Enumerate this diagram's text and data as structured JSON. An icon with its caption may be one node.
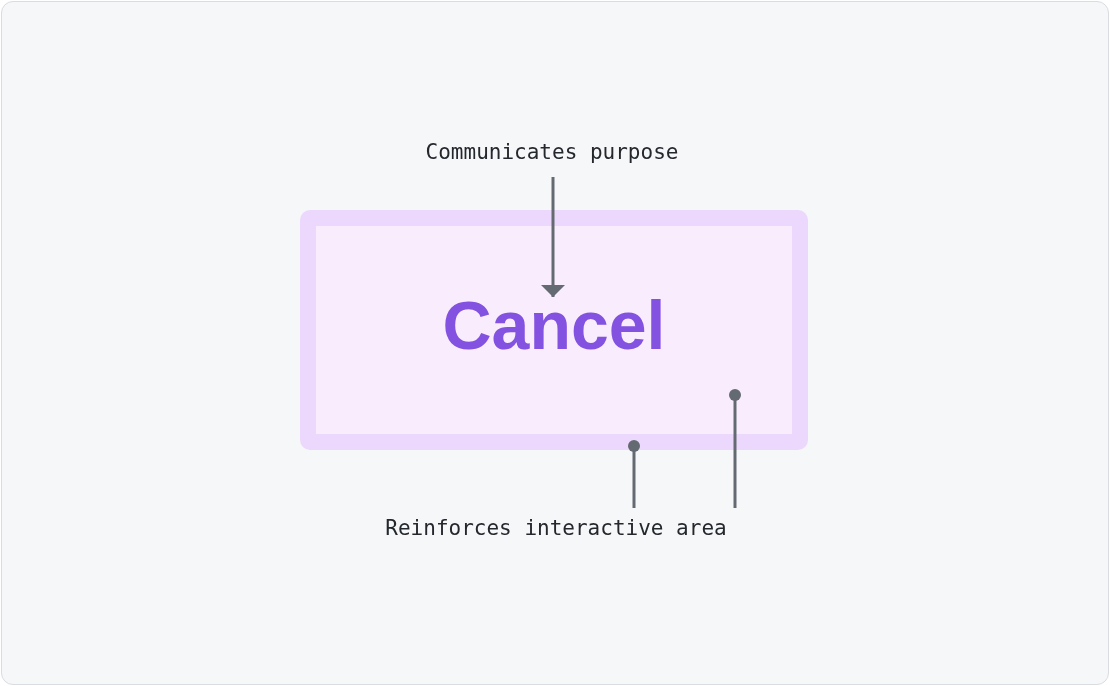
{
  "diagram": {
    "nodes": [
      {
        "text": [
          "Communicates purpose"
        ]
      },
      {
        "text": [],
        "shape": "box"
      },
      {
        "text": [
          "Cancel"
        ],
        "in": 1
      },
      {
        "text": [
          "Reinforces interactive area"
        ]
      }
    ],
    "edges": [
      {
        "from": 0,
        "to": 2,
        "arrow": "to"
      },
      {
        "from": 3,
        "to": 1,
        "arrow": "other"
      },
      {
        "from": 3,
        "to": 2,
        "arrow": "other"
      }
    ]
  }
}
